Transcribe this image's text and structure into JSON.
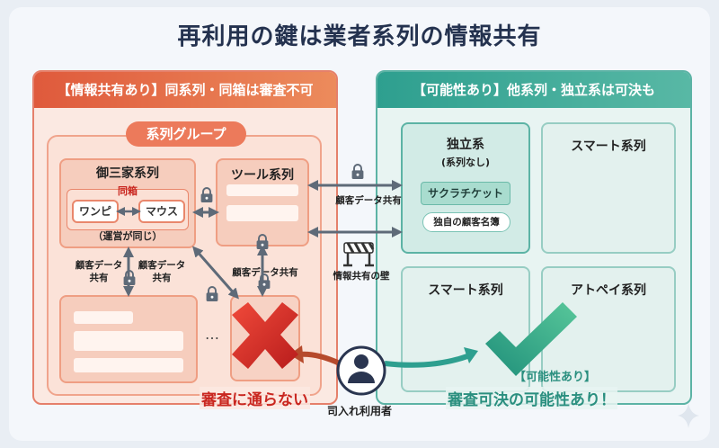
{
  "title": "再利用の鍵は業者系列の情報共有",
  "left_panel": {
    "header": "【情報共有あり】同系列・同箱は審査不可",
    "group_label": "系列グループ",
    "gosanke": {
      "title": "御三家系列",
      "same_box_label": "同箱",
      "item1": "ワンピ",
      "item2": "マウス",
      "note": "（運営が同じ）"
    },
    "tool": {
      "title": "ツール系列"
    },
    "share_label_1": "顧客データ\n共有",
    "share_label_2": "顧客データ\n共有",
    "share_label_3": "顧客データ共有",
    "ellipsis": "…",
    "reject_text": "審査に通らない"
  },
  "middle": {
    "share_label": "顧客データ共有",
    "wall_label": "情報共有の壁",
    "user_label": "司入れ利用者"
  },
  "right_panel": {
    "header": "【可能性あり】他系列・独立系は可決も",
    "independent": {
      "title": "独立系",
      "subtitle": "(系列なし)",
      "product": "サクラチケット",
      "list": "独自の顧客名簿"
    },
    "box_top_right": "スマート系列",
    "box_bottom_left": "スマート系列",
    "box_bottom_right": "アトペイ系列",
    "ok_tag": "【可能性あり】",
    "ok_text": "審査可決の可能性あり！"
  },
  "colors": {
    "red": "#e05a3c",
    "teal": "#2e9f8f",
    "navy": "#24324f"
  },
  "icons": [
    "lock-icon",
    "barrier-icon",
    "user-icon",
    "cross-icon",
    "check-icon",
    "sparkle-icon"
  ]
}
